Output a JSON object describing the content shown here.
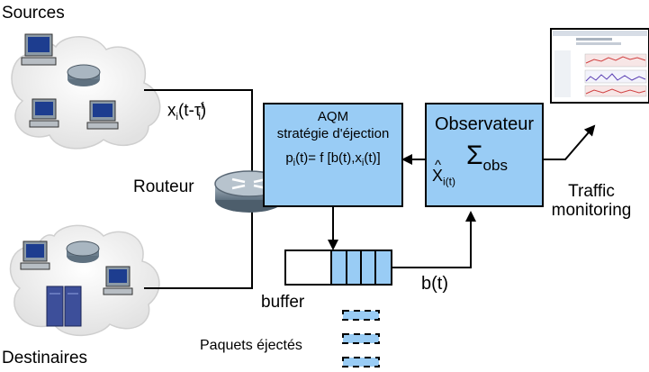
{
  "labels": {
    "sources": "Sources",
    "destinaires": "Destinaires",
    "routeur": "Routeur",
    "input_signal": "x",
    "input_sub": "i",
    "input_rest": "(t-τ",
    "input_sup": "f",
    "input_sub2": "i",
    "input_close": ")",
    "buffer": "buffer",
    "paquets": "Paquets éjectés",
    "bt": "b(t)",
    "traffic_line1": "Traffic",
    "traffic_line2": "monitoring"
  },
  "aqm": {
    "line1": "AQM",
    "line2": "stratégie d'éjection",
    "formula": "p",
    "formula_sub": "i",
    "formula_rest": "(t)= f [b(t),x",
    "formula_sub2": "i",
    "formula_close": "(t)]"
  },
  "observer": {
    "title": "Observateur",
    "sigma": "Σ",
    "sigma_sub": "obs",
    "xhat": "X",
    "xhat_hat": "^",
    "xhat_sub": "i(t)"
  },
  "colors": {
    "box_fill": "#99ccf5",
    "cloud_fill": "#f1f1f1",
    "buffer_fill": "#99ccf5"
  }
}
